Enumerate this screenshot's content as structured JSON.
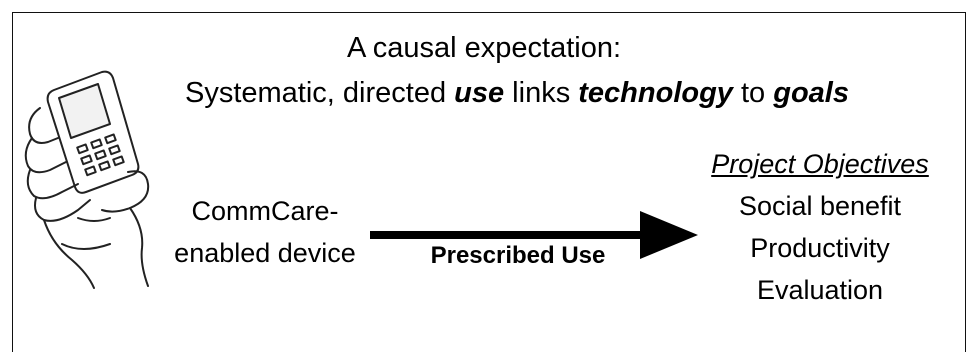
{
  "title": {
    "line1": "A causal expectation:",
    "line2_parts": [
      "Systematic, directed ",
      "use",
      " links ",
      "technology",
      " to ",
      "goals"
    ]
  },
  "device": {
    "icon": "hand-holding-phone-icon",
    "label_line1": "CommCare-",
    "label_line2": "enabled device"
  },
  "arrow": {
    "label": "Prescribed Use"
  },
  "objectives": {
    "heading": "Project Objectives",
    "items": [
      "Social benefit",
      "Productivity",
      "Evaluation"
    ]
  }
}
